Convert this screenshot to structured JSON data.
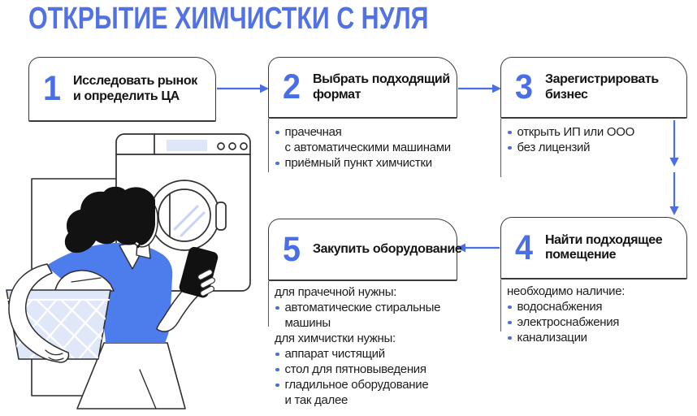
{
  "title": "ОТКРЫТИЕ ХИМЧИСТКИ С НУЛЯ",
  "colors": {
    "accent_blue": "#4a6fe5",
    "title_blue": "#5272e4",
    "outline_dark": "#3a3a3a",
    "basket_light_blue": "#dfe7f8",
    "shirt_blue": "#4d7cec"
  },
  "steps": [
    {
      "number": "1",
      "title": "Исследовать рынок\nи определить ЦА",
      "items": []
    },
    {
      "number": "2",
      "title": "Выбрать подходящий\nформат",
      "items": [
        {
          "bullet": true,
          "text": "прачечная\nс автоматическими машинами"
        },
        {
          "bullet": true,
          "text": "приёмный пункт химчистки"
        }
      ]
    },
    {
      "number": "3",
      "title": "Зарегистрировать\nбизнес",
      "items": [
        {
          "bullet": true,
          "text": "открыть ИП или ООО"
        },
        {
          "bullet": true,
          "text": "без лицензий"
        }
      ]
    },
    {
      "number": "4",
      "title": "Найти подходящее\nпомещение",
      "items": [
        {
          "bullet": false,
          "text": "необходимо наличие:"
        },
        {
          "bullet": true,
          "text": "водоснабжения"
        },
        {
          "bullet": true,
          "text": "электроснабжения"
        },
        {
          "bullet": true,
          "text": "канализации"
        }
      ]
    },
    {
      "number": "5",
      "title": "Закупить оборудование",
      "items": [
        {
          "bullet": false,
          "text": "для прачечной нужны:"
        },
        {
          "bullet": true,
          "text": "автоматические стиральные\nмашины"
        },
        {
          "bullet": false,
          "text": "для химчистки нужны:"
        },
        {
          "bullet": true,
          "text": "аппарат чистящий"
        },
        {
          "bullet": true,
          "text": "стол для пятновыведения"
        },
        {
          "bullet": true,
          "text": "гладильное оборудование\nи так далее"
        }
      ]
    }
  ],
  "illustration": {
    "description": "женщина с корзиной белья и смартфоном у стиральной машины"
  }
}
